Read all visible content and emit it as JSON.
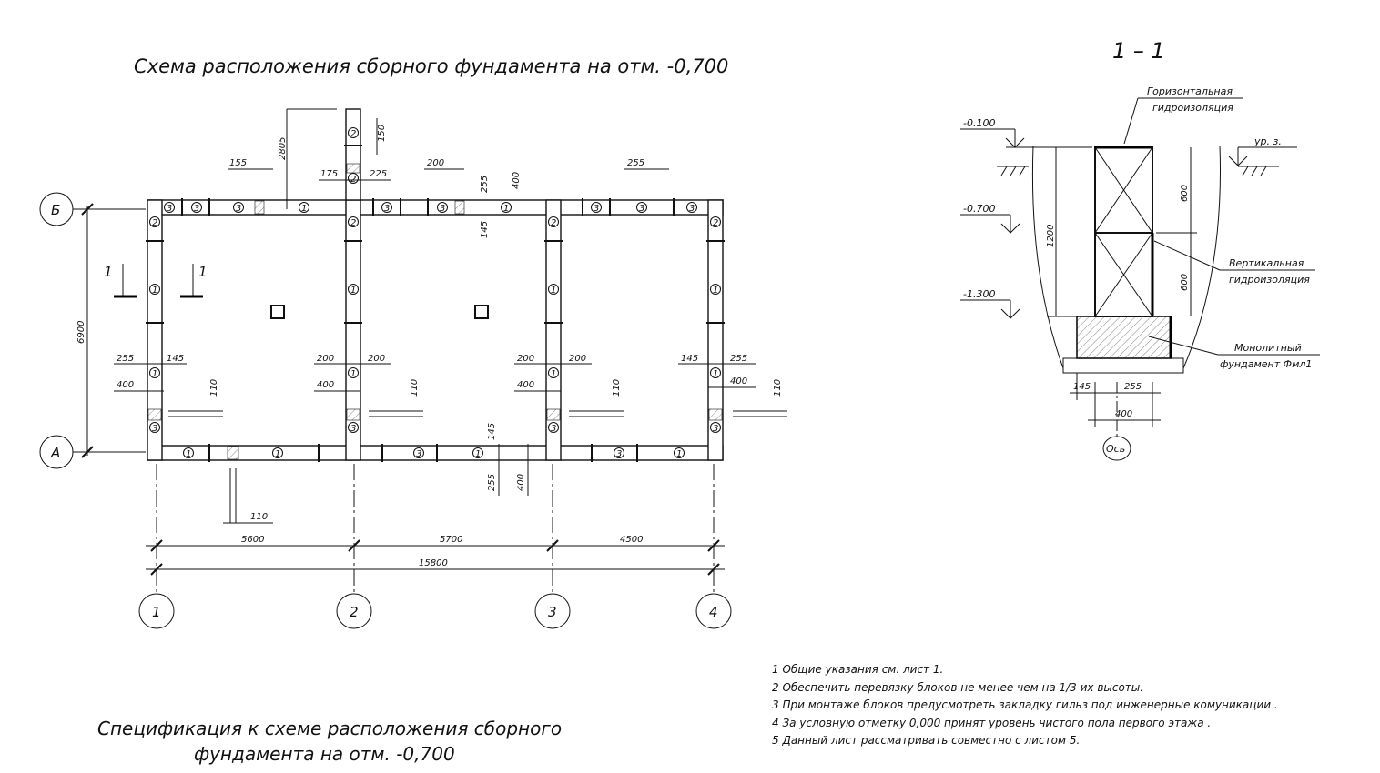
{
  "plan": {
    "title": "Схема расположения сборного фундамента на отм. -0,700",
    "row_axes": [
      {
        "label": "Б"
      },
      {
        "label": "А"
      }
    ],
    "col_axes": [
      {
        "label": "1"
      },
      {
        "label": "2"
      },
      {
        "label": "3"
      },
      {
        "label": "4"
      }
    ],
    "bay_dims": [
      "5600",
      "5700",
      "4500"
    ],
    "total_dim": "15800",
    "height_dim": "6900",
    "section_mark": "1",
    "dims": {
      "d155": "155",
      "d2805": "2805",
      "d175": "175",
      "d225": "225",
      "d150": "150",
      "d200": "200",
      "d255": "255",
      "d400": "400",
      "d145": "145",
      "d110": "110"
    },
    "block_marks": [
      "1",
      "2",
      "3"
    ]
  },
  "section": {
    "title": "1 – 1",
    "levels": [
      "-0.100",
      "-0.700",
      "-1.300"
    ],
    "ground_label": "ур. з.",
    "horiz_waterproof": [
      "Горизонтальная",
      "гидроизоляция"
    ],
    "vert_waterproof": [
      "Вертикальная",
      "гидроизоляция"
    ],
    "monolith": [
      "Монолитный",
      "фундамент Фмл1"
    ],
    "dims": {
      "d1200": "1200",
      "d600a": "600",
      "d600b": "600",
      "d145": "145",
      "d255": "255",
      "d400": "400"
    },
    "axis_label": "Ось"
  },
  "notes": [
    "1 Общие указания см. лист 1.",
    "2 Обеспечить перевязку блоков не менее чем на  1/3 их высоты.",
    "3 При монтаже блоков предусмотреть закладку гильз под инженерные комуникации .",
    "4 За условную отметку 0,000 принят уровень чистого пола первого этажа .",
    "5 Данный лист рассматривать совместно с листом  5."
  ],
  "spec": {
    "line1": "Спецификация к схеме расположения сборного",
    "line2": "фундамента на отм. -0,700"
  }
}
